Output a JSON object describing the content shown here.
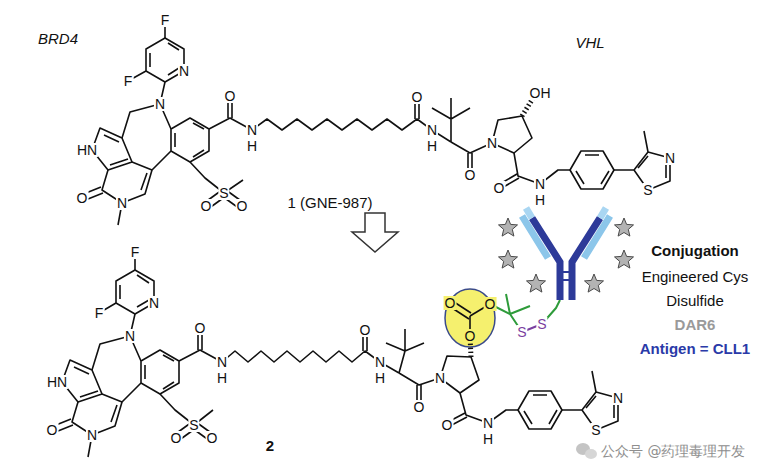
{
  "diagram": {
    "nodes": [
      {
        "text": [
          "O",
          "O",
          "O"
        ]
      }
    ],
    "labels": [
      "BRD4",
      "F",
      "F",
      "N",
      "VHL",
      "OH",
      "O",
      "O",
      "N",
      "N",
      "H",
      "N",
      "H",
      "N",
      "HN",
      "O",
      "N",
      "H",
      "O",
      "N",
      "S",
      "O",
      "N",
      "S",
      "O",
      "O",
      "1 (GNE-987)",
      "Conjugation",
      "Engineered Cys",
      "Disulfide",
      "DAR6",
      "Antigen = CLL1",
      "F",
      "F",
      "N",
      "O",
      "O",
      "N",
      "S",
      "S",
      "N",
      "H",
      "N",
      "H",
      "N",
      "HN",
      "O",
      "N",
      "H",
      "O",
      "N",
      "S",
      "O",
      "N",
      "S",
      "O",
      "O",
      "2",
      "公众号 @药理毒理开发"
    ]
  }
}
